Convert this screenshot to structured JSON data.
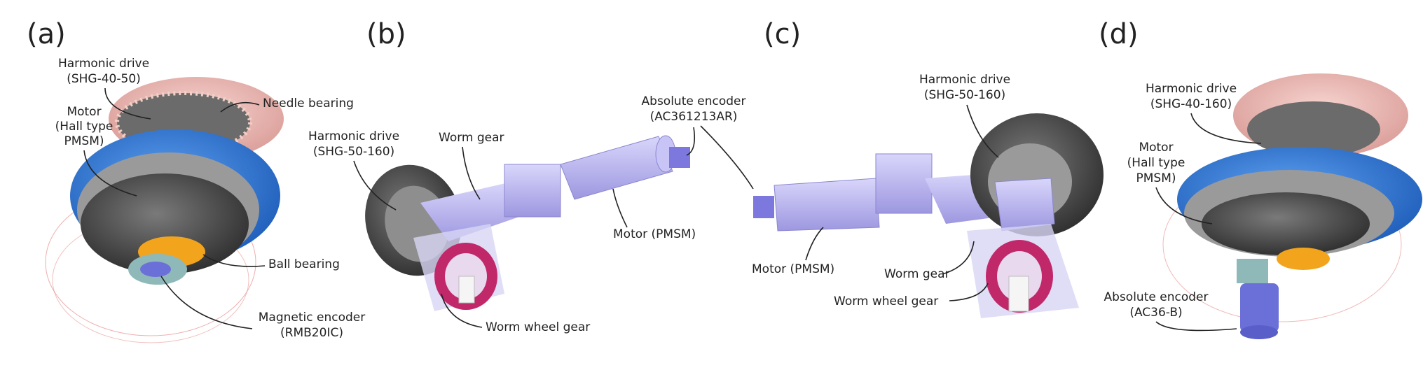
{
  "panels": {
    "a": {
      "label": "(a)",
      "harmonic_drive": [
        "Harmonic drive",
        "(SHG-40-50)"
      ],
      "needle_bearing": "Needle bearing",
      "motor": [
        "Motor",
        "(Hall type",
        "PMSM)"
      ],
      "ball_bearing": "Ball bearing",
      "magnetic_encoder": [
        "Magnetic encoder",
        "(RMB20IC)"
      ]
    },
    "b": {
      "label": "(b)",
      "absolute_encoder": [
        "Absolute encoder",
        "(AC361213AR)"
      ],
      "harmonic_drive": [
        "Harmonic drive",
        "(SHG-50-160)"
      ],
      "worm_gear": "Worm gear",
      "motor": "Motor (PMSM)",
      "worm_wheel_gear": "Worm wheel gear"
    },
    "c": {
      "label": "(c)",
      "harmonic_drive": [
        "Harmonic drive",
        "(SHG-50-160)"
      ],
      "motor": "Motor (PMSM)",
      "worm_gear": "Worm gear",
      "worm_wheel_gear": "Worm wheel gear"
    },
    "d": {
      "label": "(d)",
      "harmonic_drive": [
        "Harmonic drive",
        "(SHG-40-160)"
      ],
      "motor": [
        "Motor",
        "(Hall type",
        "PMSM)"
      ],
      "absolute_encoder": [
        "Absolute encoder",
        "(AC36-B)"
      ]
    }
  },
  "colors": {
    "motor_blue": "#2f78d6",
    "harmonic_pink": "#ebb6b2",
    "housing_dark": "#3a3a3a",
    "link_lavender": "#b9b4ef",
    "bearing_orange": "#f2a51c",
    "wheel_magenta": "#c0286a",
    "wireframe_red": "#e88a8a"
  }
}
